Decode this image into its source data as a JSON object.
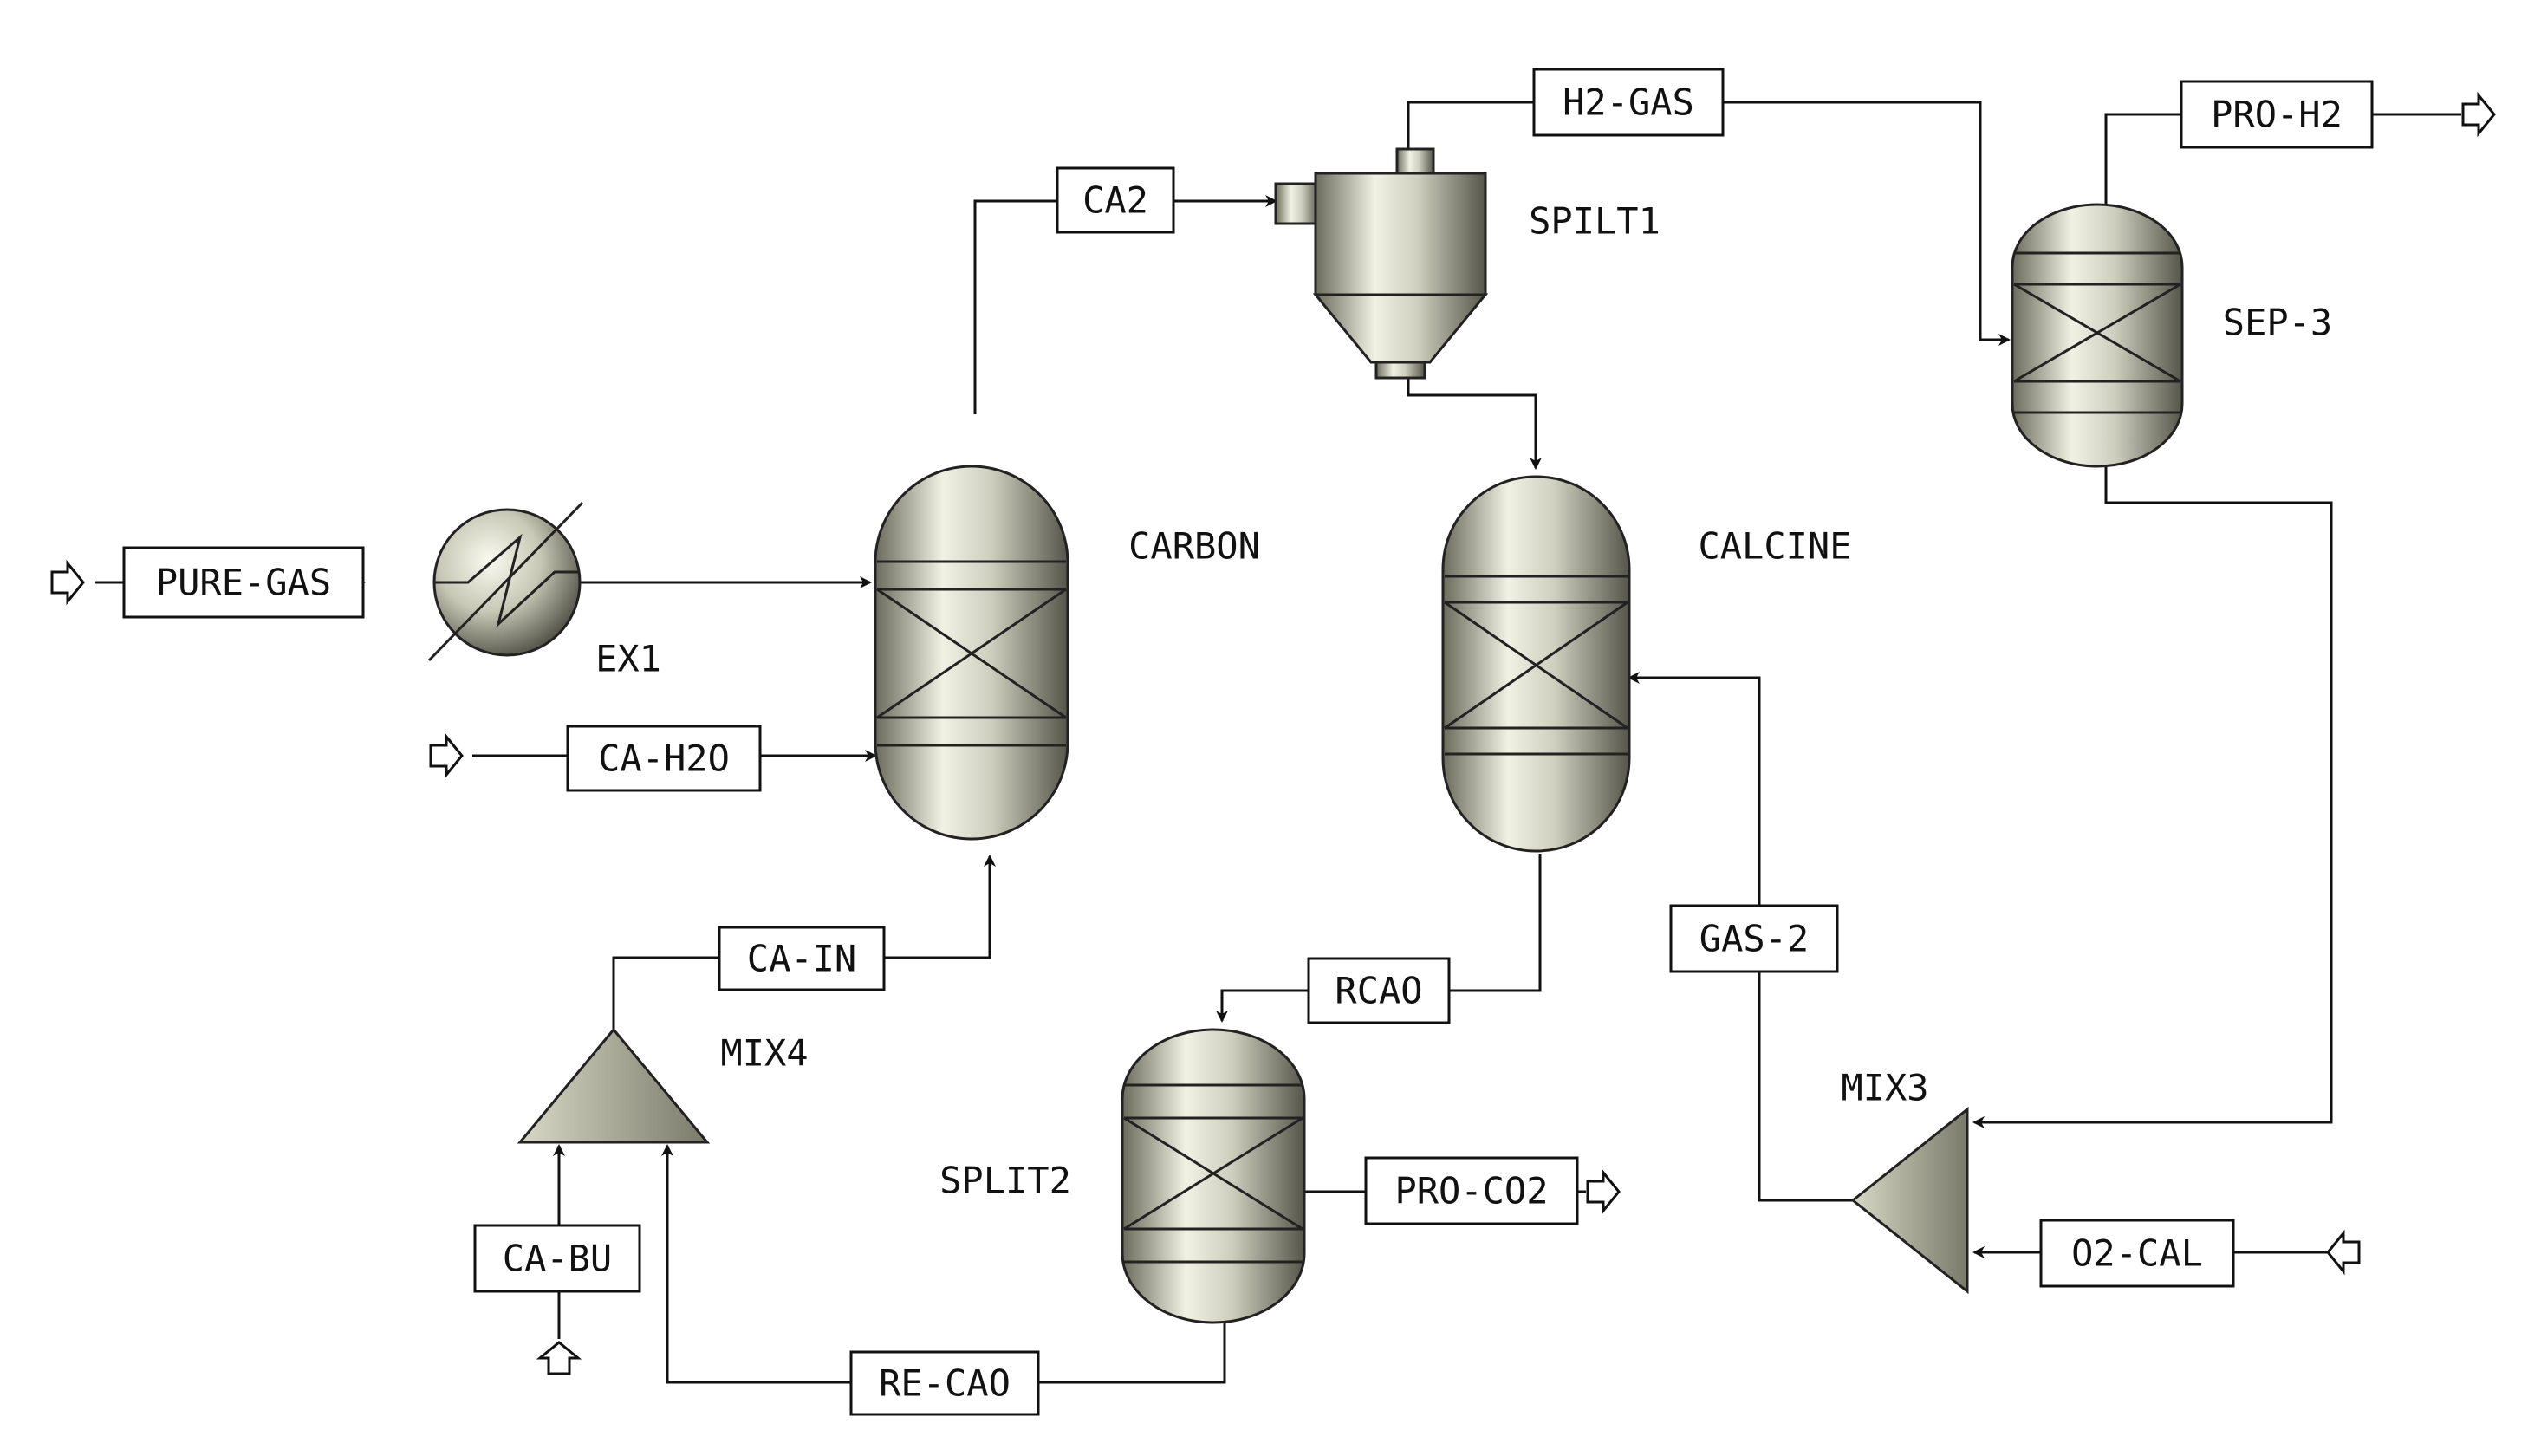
{
  "diagram": {
    "type": "process-flowsheet",
    "colors": {
      "equipment_light": "#f1f1e4",
      "equipment_dark": "#5e5e52",
      "line": "#111111",
      "background": "#ffffff"
    },
    "blocks": {
      "ex1": "EX1",
      "carbon": "CARBON",
      "spilt1": "SPILT1",
      "calcine": "CALCINE",
      "sep3": "SEP-3",
      "mix4": "MIX4",
      "split2": "SPLIT2",
      "mix3": "MIX3"
    },
    "streams": {
      "pure_gas": "PURE-GAS",
      "ca_h2o": "CA-H2O",
      "ca2": "CA2",
      "h2_gas": "H2-GAS",
      "pro_h2": "PRO-H2",
      "ca_in": "CA-IN",
      "rcao": "RCAO",
      "gas_2": "GAS-2",
      "ca_bu": "CA-BU",
      "pro_co2": "PRO-CO2",
      "re_cao": "RE-CAO",
      "o2_cal": "O2-CAL"
    },
    "connections": [
      {
        "stream": "PURE-GAS",
        "from": "feed",
        "to": "EX1"
      },
      {
        "stream": "",
        "from": "EX1",
        "to": "CARBON"
      },
      {
        "stream": "CA-H2O",
        "from": "feed",
        "to": "CARBON"
      },
      {
        "stream": "CA-IN",
        "from": "MIX4",
        "to": "CARBON"
      },
      {
        "stream": "CA2",
        "from": "CARBON",
        "to": "SPILT1"
      },
      {
        "stream": "H2-GAS",
        "from": "SPILT1",
        "to": "SEP-3"
      },
      {
        "stream": "",
        "from": "SPILT1",
        "to": "CALCINE"
      },
      {
        "stream": "PRO-H2",
        "from": "SEP-3",
        "to": "product"
      },
      {
        "stream": "",
        "from": "SEP-3",
        "to": "MIX3"
      },
      {
        "stream": "O2-CAL",
        "from": "feed",
        "to": "MIX3"
      },
      {
        "stream": "GAS-2",
        "from": "MIX3",
        "to": "CALCINE"
      },
      {
        "stream": "RCAO",
        "from": "CALCINE",
        "to": "SPLIT2"
      },
      {
        "stream": "PRO-CO2",
        "from": "SPLIT2",
        "to": "product"
      },
      {
        "stream": "RE-CAO",
        "from": "SPLIT2",
        "to": "MIX4"
      },
      {
        "stream": "CA-BU",
        "from": "feed",
        "to": "MIX4"
      }
    ]
  }
}
